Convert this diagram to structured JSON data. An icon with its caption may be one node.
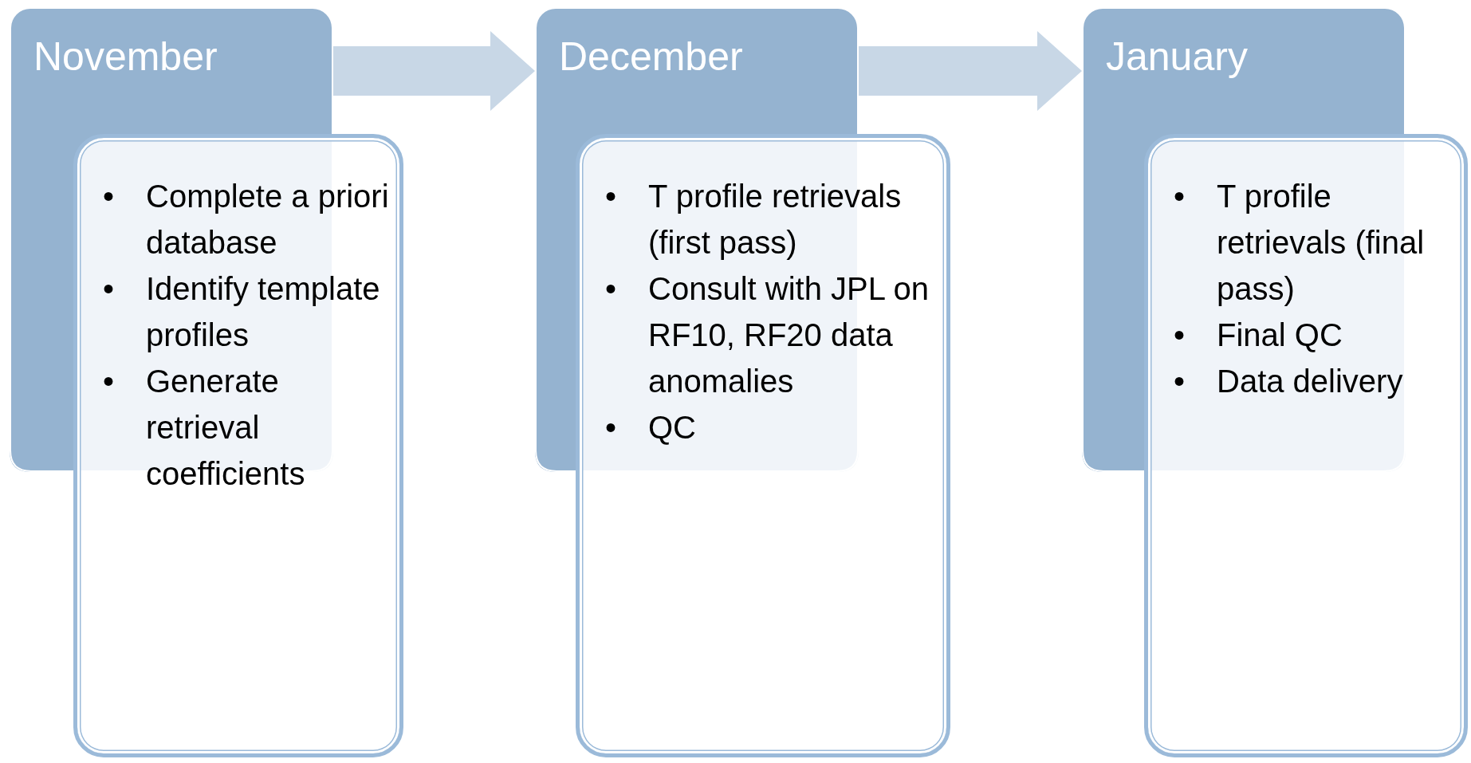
{
  "diagram": {
    "nodes": [
      {
        "text": [
          "November"
        ]
      },
      {
        "text": [
          "Complete a priori database",
          "Identify template profiles",
          "Generate retrieval coefficients"
        ]
      },
      {
        "text": [
          "December"
        ]
      },
      {
        "text": [
          "T profile retrievals (first pass)",
          "Consult with JPL on RF10, RF20 data anomalies",
          "QC"
        ]
      },
      {
        "text": [
          "January"
        ]
      },
      {
        "text": [
          "T profile retrievals (final pass)",
          "Final QC",
          "Data delivery"
        ]
      }
    ],
    "edges": [
      {
        "from": 0,
        "to": 2,
        "arrow": "to"
      },
      {
        "from": 2,
        "to": 4,
        "arrow": "to"
      }
    ],
    "labels": [
      "•",
      "•",
      "•",
      "•",
      "•",
      "•",
      "•",
      "•",
      "•"
    ]
  }
}
